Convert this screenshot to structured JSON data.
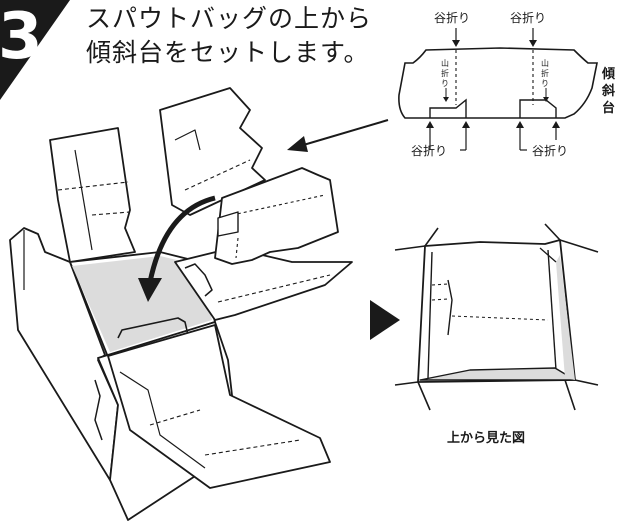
{
  "step": {
    "number": "3",
    "title_line1": "スパウトバッグの上から",
    "title_line2": "傾斜台をセットします。"
  },
  "flat_diagram": {
    "label_chars": [
      "傾",
      "斜",
      "台"
    ],
    "top_left_fold": "谷折り",
    "top_right_fold": "谷折り",
    "mountain_left_chars": [
      "山",
      "折",
      "り"
    ],
    "mountain_right_chars": [
      "山",
      "折",
      "り"
    ],
    "bottom_left_fold": "谷折り",
    "bottom_right_fold": "谷折り"
  },
  "top_view": {
    "caption": "上から見た図"
  },
  "colors": {
    "ink": "#1a1a1a",
    "shade": "#dcdcdc",
    "badge": "#1a1a1a"
  }
}
